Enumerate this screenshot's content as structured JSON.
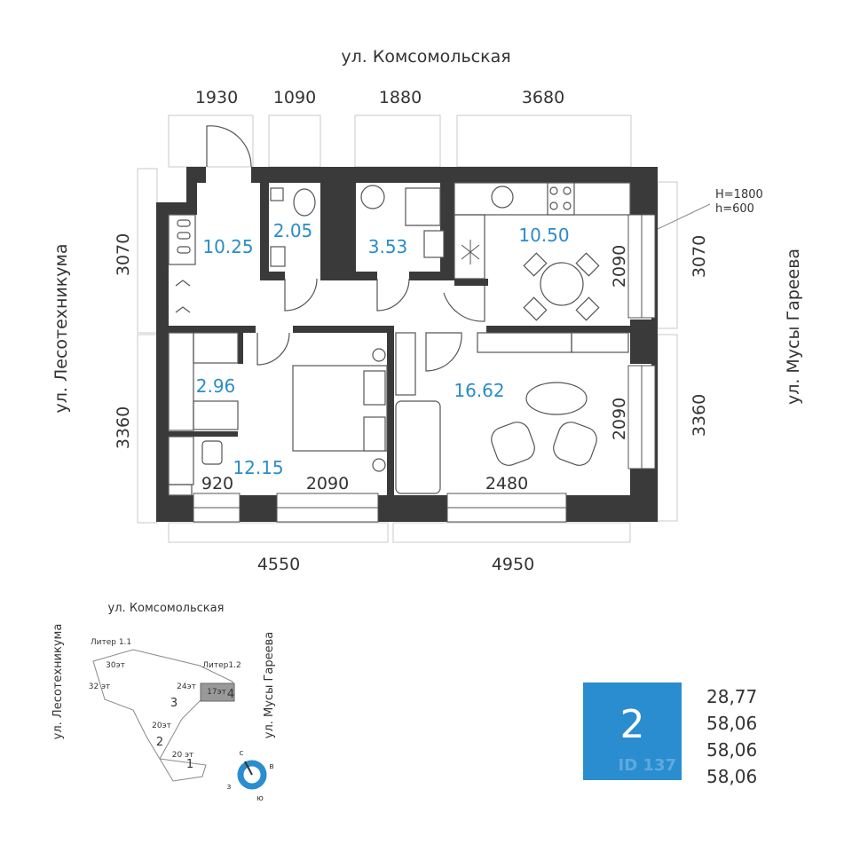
{
  "streets": {
    "top": "ул. Комсомольская",
    "left": "ул. Лесотехникума",
    "right": "ул. Мусы Гареева"
  },
  "dimensions": {
    "top": [
      "1930",
      "1090",
      "1880",
      "3680"
    ],
    "bottom": [
      "4550",
      "4950"
    ],
    "left": [
      "3070",
      "3360"
    ],
    "right": [
      "3070",
      "3360"
    ],
    "window_inner": [
      "920",
      "2090",
      "2480",
      "2090",
      "2090"
    ],
    "window_height": "H=1800",
    "sill_height": "h=600"
  },
  "rooms": [
    {
      "area": "10.25"
    },
    {
      "area": "2.05"
    },
    {
      "area": "3.53"
    },
    {
      "area": "10.50"
    },
    {
      "area": "2.96"
    },
    {
      "area": "12.15"
    },
    {
      "area": "16.62"
    }
  ],
  "site_plan": {
    "street_top": "ул. Комсомольская",
    "street_left": "ул. Лесотехникума",
    "street_right": "ул. Мусы Гареева",
    "liter_1": "Литер 1.1",
    "liter_2": "Литер1.2",
    "floors": [
      "30эт",
      "32 эт",
      "24эт",
      "17эт",
      "20эт",
      "20 эт"
    ],
    "sections": [
      "4",
      "3",
      "2",
      "1"
    ],
    "compass": {
      "n": "с",
      "e": "в",
      "s": "ю",
      "w": "з"
    }
  },
  "badge": {
    "rooms": "2",
    "watermark": "ID 137",
    "color": "#2a8dd0"
  },
  "areas_summary": [
    "28,77",
    "58,06",
    "58,06",
    "58,06"
  ]
}
